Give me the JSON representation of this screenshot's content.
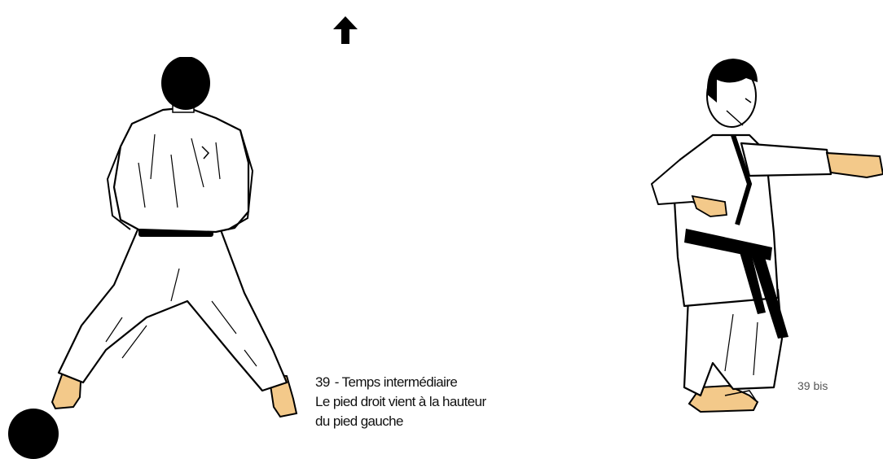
{
  "caption": {
    "number": "39",
    "title": "- Temps intermédiaire",
    "line2": "Le pied droit vient à la hauteur",
    "line3": "du pied gauche"
  },
  "bis_label": "39 bis",
  "icons": {
    "direction": "up-arrow-icon",
    "marker": "black-dot-icon"
  },
  "colors": {
    "skin": "#f3c98a",
    "ink": "#000000",
    "gi": "#ffffff"
  }
}
